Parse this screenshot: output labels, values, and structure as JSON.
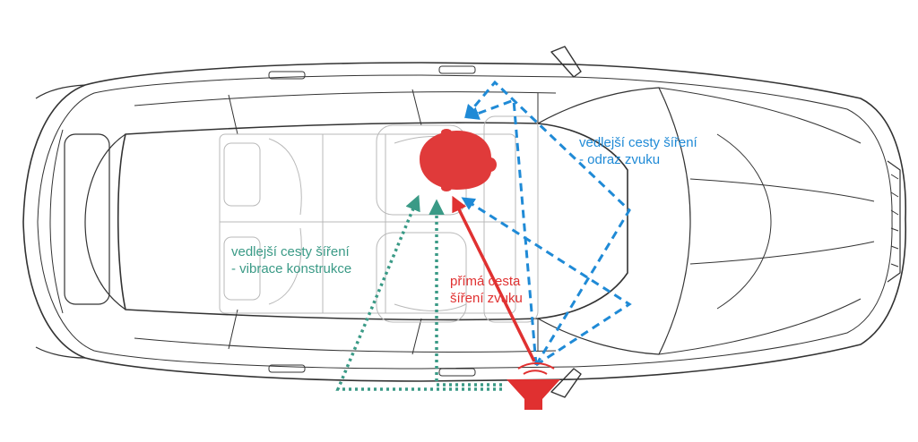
{
  "labels": {
    "reflection": {
      "line1": "vedlejší cesty šíření",
      "line2": "- odraz zvuku"
    },
    "vibration": {
      "line1": "vedlejší cesty šíření",
      "line2": "- vibrace konstrukce"
    },
    "direct": {
      "line1": "přímá cesta",
      "line2": "šíření zvuku"
    }
  },
  "colors": {
    "car_outline": "#333333",
    "car_light": "#b9b9b9",
    "reflection": "#1f8ad6",
    "vibration": "#3a9a86",
    "direct": "#e03131",
    "head": "#e03a3a",
    "speaker": "#e03030"
  },
  "icons": {
    "listener": "listener-head-icon",
    "speaker": "speaker-icon"
  }
}
